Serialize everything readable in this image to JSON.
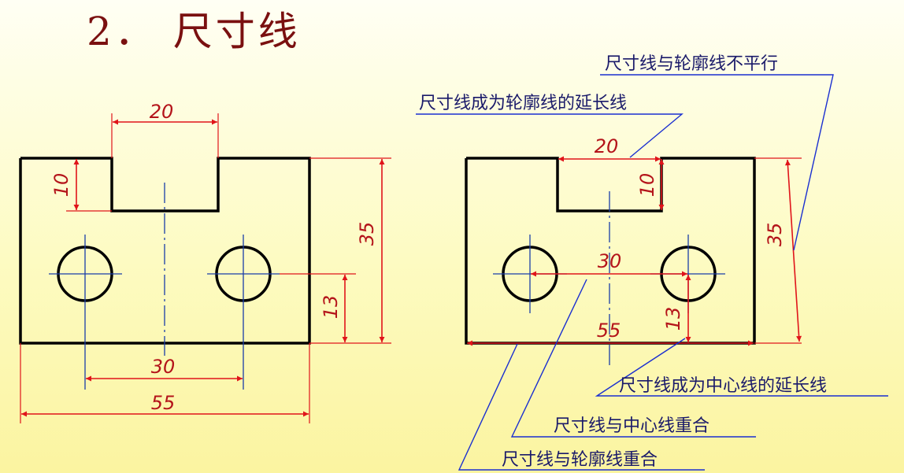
{
  "title": "2． 尺寸线",
  "dimensions": {
    "d20": "20",
    "d10": "10",
    "d35": "35",
    "d13": "13",
    "d30": "30",
    "d55": "55"
  },
  "notes": {
    "not_parallel": "尺寸线与轮廓线不平行",
    "extension_of_outline": "尺寸线成为轮廓线的延长线",
    "extension_of_centerline": "尺寸线成为中心线的延长线",
    "coincides_centerline": "尺寸线与中心线重合",
    "coincides_outline": "尺寸线与轮廓线重合"
  },
  "colors": {
    "title": "#7a1010",
    "outline": "#000000",
    "dimension": "#e0141a",
    "centerline": "#1a3da8",
    "leader": "#1a2fd0"
  }
}
